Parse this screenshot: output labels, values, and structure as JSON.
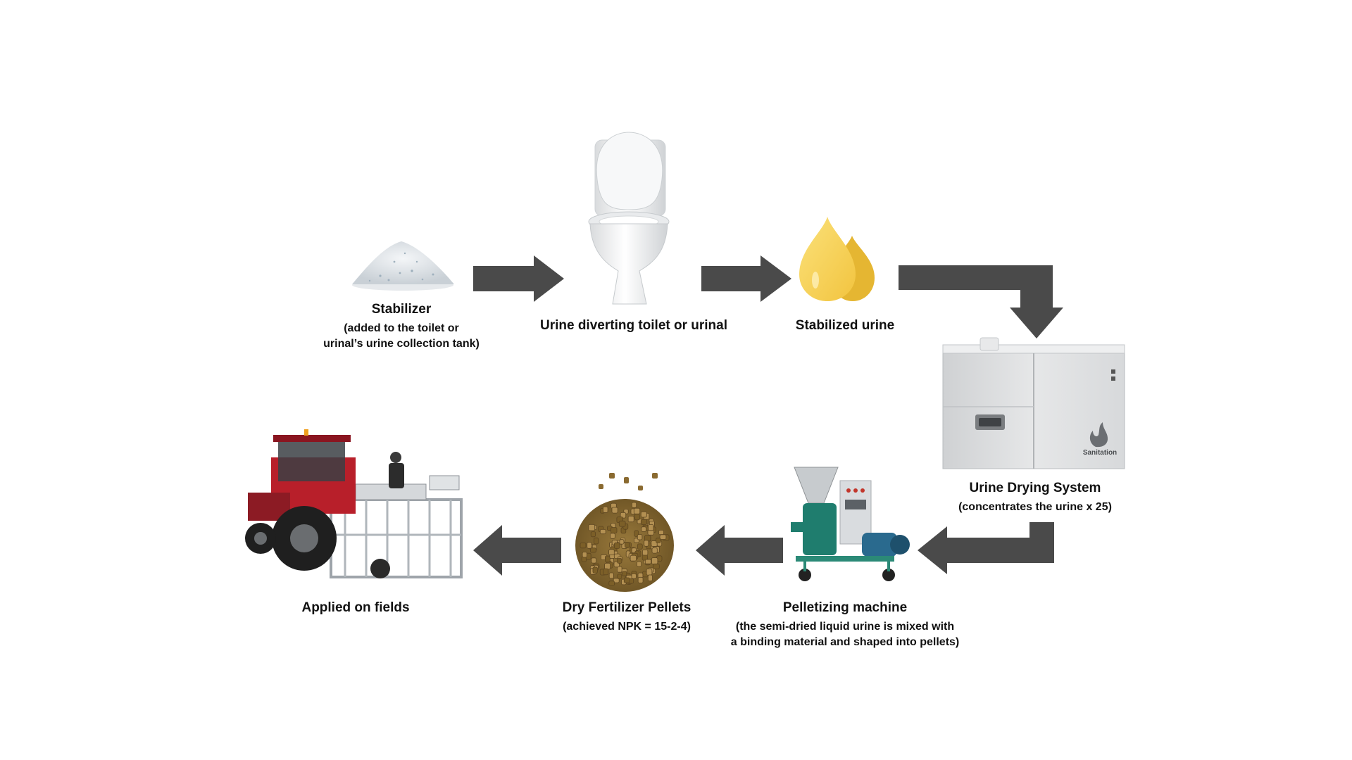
{
  "colors": {
    "arrow": "#4a4a4a",
    "urine": "#f5cf52",
    "urine_dark": "#e8b93a",
    "background": "#ffffff"
  },
  "steps": [
    {
      "id": "stabilizer",
      "title": "Stabilizer",
      "subtitle_lines": [
        "(added to the toilet or",
        "urinal’s urine collection tank)"
      ],
      "icon": "powder-pile"
    },
    {
      "id": "toilet",
      "title": "Urine diverting toilet or urinal",
      "subtitle_lines": [],
      "icon": "toilet"
    },
    {
      "id": "stabilized-urine",
      "title": "Stabilized urine",
      "subtitle_lines": [],
      "icon": "urine-drops"
    },
    {
      "id": "drying-system",
      "title": "Urine Drying System",
      "subtitle_lines": [
        "(concentrates the urine x 25)"
      ],
      "icon": "drying-cabinet",
      "logo_text": "Sanitation"
    },
    {
      "id": "pelletizing",
      "title": "Pelletizing machine",
      "subtitle_lines": [
        "(the semi-dried liquid urine is mixed with",
        "a binding material and shaped into pellets)"
      ],
      "icon": "pellet-mill"
    },
    {
      "id": "pellets",
      "title": "Dry Fertilizer Pellets",
      "subtitle_lines": [
        "(achieved NPK = 15-2-4)"
      ],
      "icon": "fertilizer-pellets"
    },
    {
      "id": "fields",
      "title": "Applied on fields",
      "subtitle_lines": [],
      "icon": "tractor-spreader"
    }
  ]
}
